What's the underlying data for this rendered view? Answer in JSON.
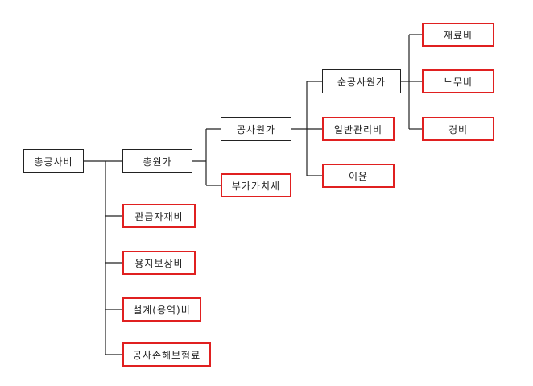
{
  "diagram": {
    "border_colors": {
      "normal": "#222222",
      "highlighted": "#e02020"
    },
    "nodes": {
      "total_construction_cost": {
        "label": "총공사비",
        "highlighted": false
      },
      "total_cost": {
        "label": "총원가",
        "highlighted": false
      },
      "construction_cost": {
        "label": "공사원가",
        "highlighted": false
      },
      "vat": {
        "label": "부가가치세",
        "highlighted": true
      },
      "net_construction_cost": {
        "label": "순공사원가",
        "highlighted": false
      },
      "general_admin_cost": {
        "label": "일반관리비",
        "highlighted": true
      },
      "profit": {
        "label": "이윤",
        "highlighted": true
      },
      "material_cost": {
        "label": "재료비",
        "highlighted": true
      },
      "labor_cost": {
        "label": "노무비",
        "highlighted": true
      },
      "expense": {
        "label": "경비",
        "highlighted": true
      },
      "supplied_materials": {
        "label": "관급자재비",
        "highlighted": true
      },
      "land_compensation": {
        "label": "용지보상비",
        "highlighted": true
      },
      "design_service_cost": {
        "label": "설계(용역)비",
        "highlighted": true
      },
      "construction_insurance": {
        "label": "공사손해보험료",
        "highlighted": true
      }
    }
  }
}
